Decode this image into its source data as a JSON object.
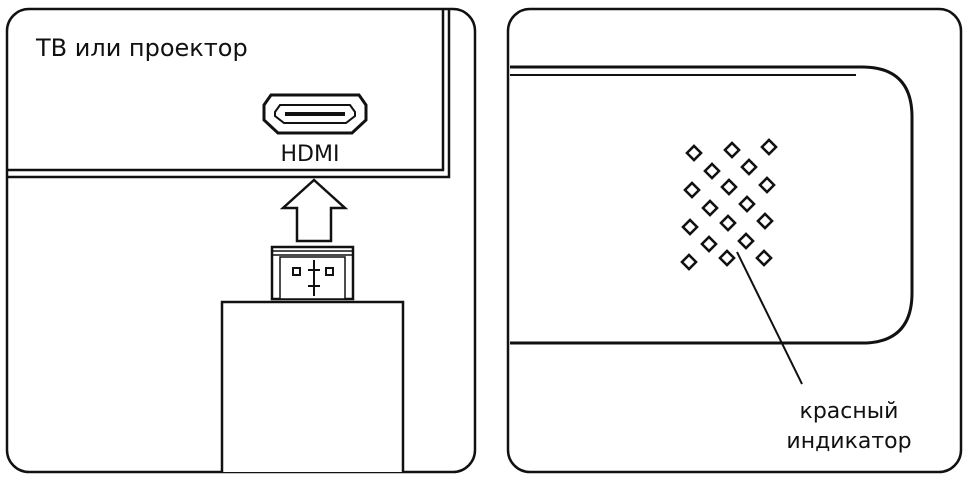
{
  "left_panel": {
    "device_label": "ТВ или проектор",
    "port_label": "HDMI"
  },
  "right_panel": {
    "indicator_label_line1": "красный",
    "indicator_label_line2": "индикатор"
  }
}
